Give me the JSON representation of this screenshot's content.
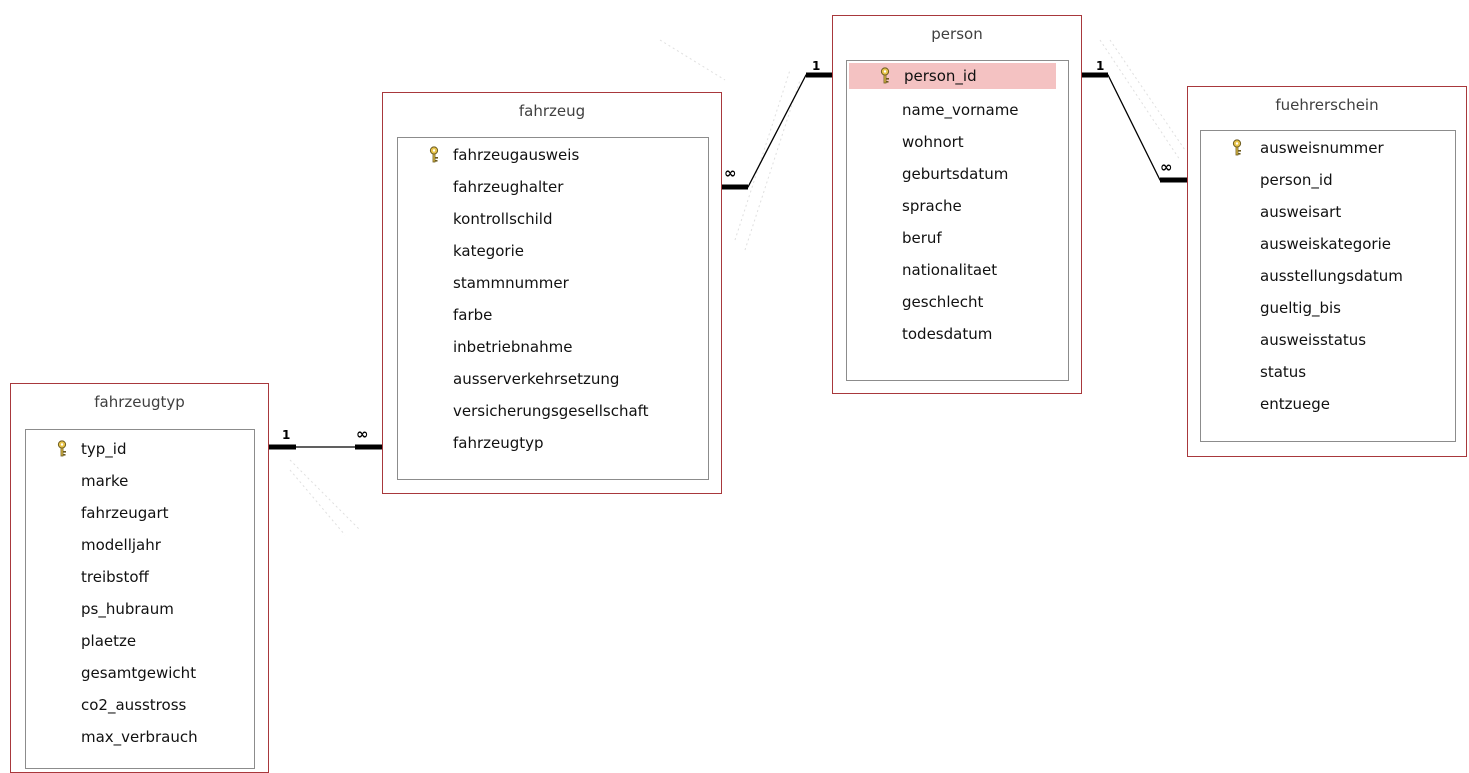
{
  "tables": {
    "fahrzeugtyp": {
      "title": "fahrzeugtyp",
      "fields": [
        "typ_id",
        "marke",
        "fahrzeugart",
        "modelljahr",
        "treibstoff",
        "ps_hubraum",
        "plaetze",
        "gesamtgewicht",
        "co2_ausstross",
        "max_verbrauch"
      ],
      "primary_key": "typ_id"
    },
    "fahrzeug": {
      "title": "fahrzeug",
      "fields": [
        "fahrzeugausweis",
        "fahrzeughalter",
        "kontrollschild",
        "kategorie",
        "stammnummer",
        "farbe",
        "inbetriebnahme",
        "ausserverkehrsetzung",
        "versicherungsgesellschaft",
        "fahrzeugtyp"
      ],
      "primary_key": "fahrzeugausweis"
    },
    "person": {
      "title": "person",
      "fields": [
        "person_id",
        "name_vorname",
        "wohnort",
        "geburtsdatum",
        "sprache",
        "beruf",
        "nationalitaet",
        "geschlecht",
        "todesdatum"
      ],
      "primary_key": "person_id",
      "selected_field": "person_id"
    },
    "fuehrerschein": {
      "title": "fuehrerschein",
      "fields": [
        "ausweisnummer",
        "person_id",
        "ausweisart",
        "ausweiskategorie",
        "ausstellungsdatum",
        "gueltig_bis",
        "ausweisstatus",
        "status",
        "entzuege"
      ],
      "primary_key": "ausweisnummer"
    }
  },
  "relationships": [
    {
      "from": "fahrzeugtyp",
      "to": "fahrzeug",
      "one_label": "1",
      "many_label": "∞"
    },
    {
      "from": "person",
      "to": "fahrzeug",
      "one_label": "1",
      "many_label": "∞"
    },
    {
      "from": "person",
      "to": "fuehrerschein",
      "one_label": "1",
      "many_label": "∞"
    }
  ],
  "colors": {
    "table_border": "#a8383c",
    "selected_row": "#f4c2c2",
    "key_icon": "#e8c44a"
  }
}
